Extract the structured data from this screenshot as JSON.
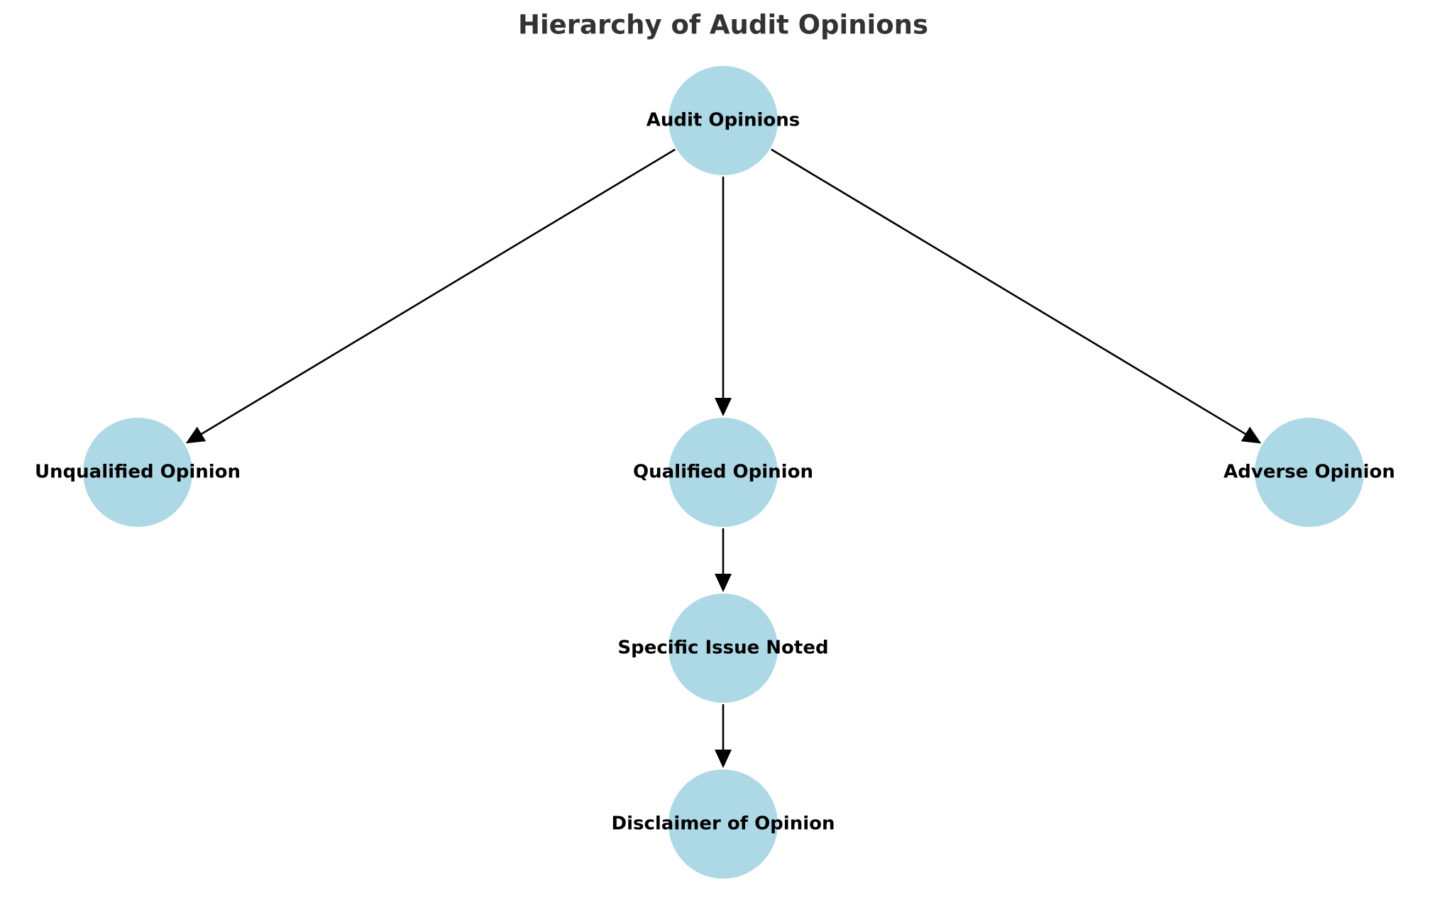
{
  "title": "Hierarchy of Audit Opinions",
  "style": {
    "node_fill": "#add8e6",
    "edge_color": "#000000",
    "title_color": "#333333"
  },
  "nodes": [
    {
      "id": "audit-opinions",
      "label": "Audit Opinions"
    },
    {
      "id": "unqualified-opinion",
      "label": "Unqualified Opinion"
    },
    {
      "id": "qualified-opinion",
      "label": "Qualified Opinion"
    },
    {
      "id": "adverse-opinion",
      "label": "Adverse Opinion"
    },
    {
      "id": "specific-issue-noted",
      "label": "Specific Issue Noted"
    },
    {
      "id": "disclaimer-of-opinion",
      "label": "Disclaimer of Opinion"
    }
  ],
  "edges": [
    {
      "from": "audit-opinions",
      "to": "unqualified-opinion"
    },
    {
      "from": "audit-opinions",
      "to": "qualified-opinion"
    },
    {
      "from": "audit-opinions",
      "to": "adverse-opinion"
    },
    {
      "from": "qualified-opinion",
      "to": "specific-issue-noted"
    },
    {
      "from": "specific-issue-noted",
      "to": "disclaimer-of-opinion"
    }
  ]
}
